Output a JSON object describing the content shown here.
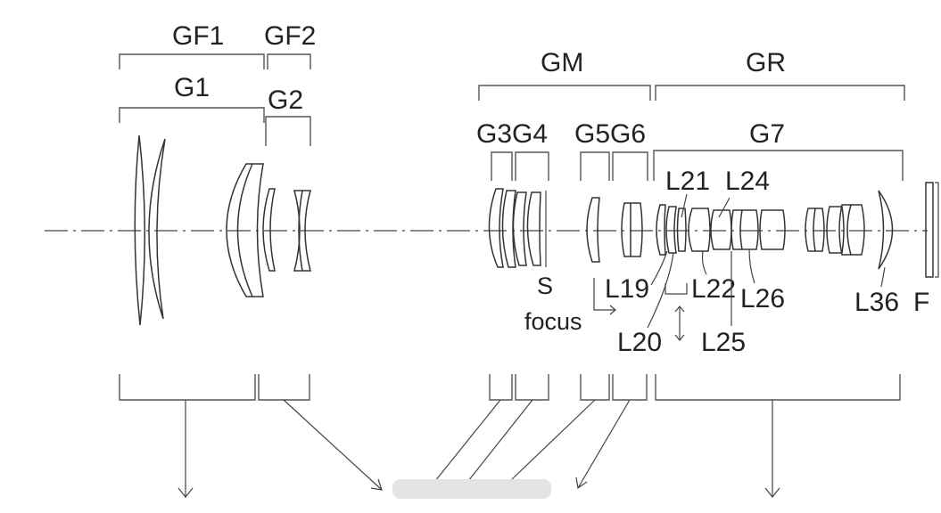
{
  "diagram": {
    "group_labels": {
      "gf1": "GF1",
      "gf2": "GF2",
      "g1": "G1",
      "g2": "G2",
      "gm": "GM",
      "gr": "GR",
      "g3g4": "G3G4",
      "g5g6": "G5G6",
      "g7": "G7"
    },
    "element_labels": {
      "s": "S",
      "l19": "L19",
      "l20": "L20",
      "l21": "L21",
      "l22": "L22",
      "l24": "L24",
      "l25": "L25",
      "l26": "L26",
      "l36": "L36",
      "f": "F",
      "focus": "focus"
    }
  }
}
